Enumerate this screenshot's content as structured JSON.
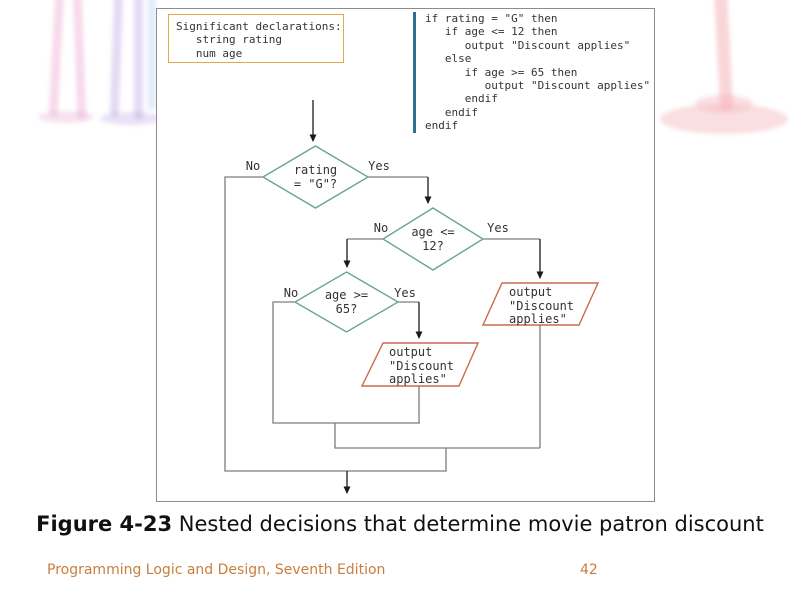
{
  "slide": {
    "caption": {
      "figure_label": "Figure 4-23",
      "text": " Nested decisions that determine movie patron discount"
    },
    "footer": {
      "left": "Programming Logic and Design, Seventh Edition",
      "page": "42"
    }
  },
  "declarations": {
    "text": "Significant declarations:\n   string rating\n   num age"
  },
  "pseudocode": {
    "text": "if rating = \"G\" then\n   if age <= 12 then\n      output \"Discount applies\"\n   else\n      if age >= 65 then\n         output \"Discount applies\"\n      endif\n   endif\nendif"
  },
  "flowchart": {
    "decisions": [
      {
        "label": "rating\n= \"G\"?",
        "no": "No",
        "yes": "Yes"
      },
      {
        "label": "age <=\n12?",
        "no": "No",
        "yes": "Yes"
      },
      {
        "label": "age >=\n65?",
        "no": "No",
        "yes": "Yes"
      }
    ],
    "outputs": [
      {
        "label": "output\n\"Discount\napplies\""
      },
      {
        "label": "output\n\"Discount\napplies\""
      }
    ]
  },
  "colors": {
    "diamond_stroke": "#6aa39b",
    "parallelogram_stroke": "#ca6950",
    "declarations_border": "#e2aa4e",
    "pseudocode_bar": "#2e7095",
    "connector_gray": "#7d7d7d",
    "arrow_black": "#1a1a1a",
    "footer_orange": "#c97e3c",
    "frame_border": "#8d8d8d"
  }
}
